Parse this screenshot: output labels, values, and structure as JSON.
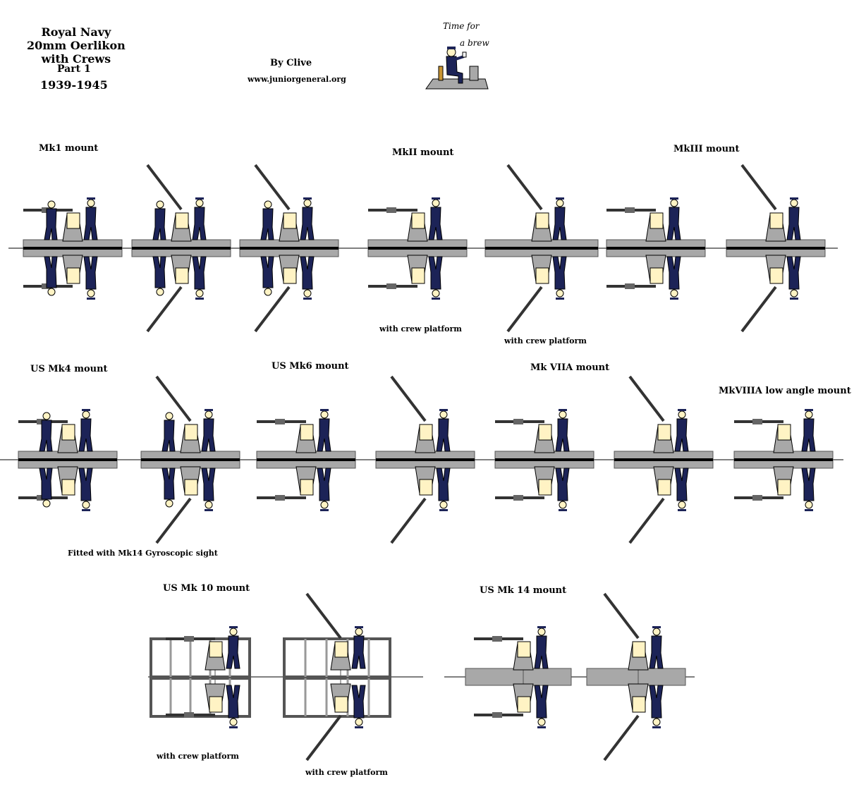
{
  "header": {
    "title_lines": [
      "Royal Navy",
      "20mm Oerlikon",
      "with Crews"
    ],
    "part": "Part 1",
    "years": "1939-1945",
    "author": "By Clive",
    "website": "www.juniorgeneral.org"
  },
  "logo": {
    "line1": "Time for",
    "line2": "a brew"
  },
  "mounts": {
    "mk1": "Mk1 mount",
    "mk2": "MkII mount",
    "mk3": "MkIII mount",
    "us_mk4": "US Mk4 mount",
    "us_mk6": "US Mk6 mount",
    "mk7a": "Mk VIIA mount",
    "mk8a": "MkVIIIA low angle mount",
    "us_mk10": "US Mk 10 mount",
    "us_mk14": "US Mk 14 mount"
  },
  "notes": {
    "platform_a": "with crew platform",
    "platform_b": "with crew platform",
    "gyro": "Fitted with Mk14 Gyroscopic sight",
    "platform_c": "with crew platform",
    "platform_d": "with crew platform"
  },
  "colors": {
    "navy": "#1c2357",
    "grey": "#a8a8a8",
    "shield": "#fff3c4",
    "outline": "#000000"
  }
}
